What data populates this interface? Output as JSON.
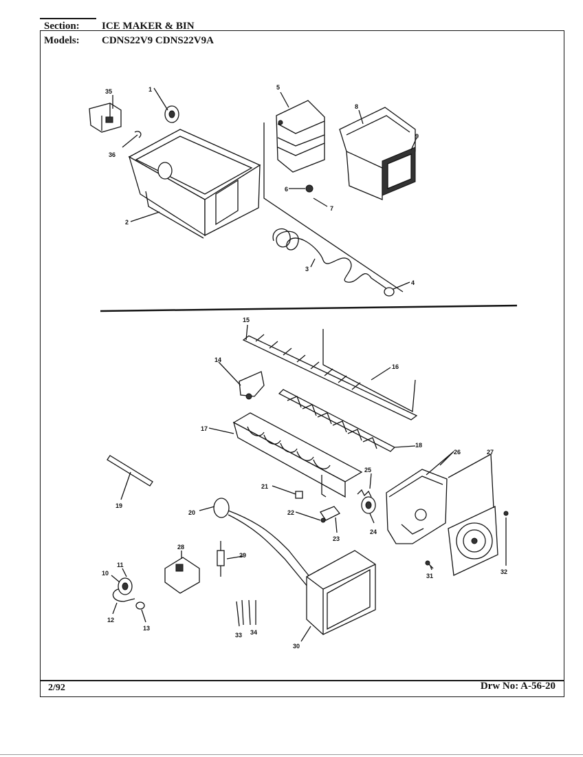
{
  "header": {
    "section_label": "Section:",
    "section_value": "ICE MAKER & BIN",
    "models_label": "Models:",
    "models_value": "CDNS22V9   CDNS22V9A"
  },
  "footer": {
    "date": "2/92",
    "drawing_number": "Drw No: A-56-20"
  },
  "callouts": {
    "c1": "1",
    "c2": "2",
    "c3": "3",
    "c4": "4",
    "c5": "5",
    "c6": "6",
    "c7": "7",
    "c8": "8",
    "c9": "9",
    "c10": "10",
    "c11": "11",
    "c12": "12",
    "c13": "13",
    "c14": "14",
    "c15": "15",
    "c16": "16",
    "c17": "17",
    "c18": "18",
    "c19": "19",
    "c20": "20",
    "c21": "21",
    "c22": "22",
    "c23": "23",
    "c24": "24",
    "c25": "25",
    "c26": "26",
    "c27": "27",
    "c28": "28",
    "c29": "29",
    "c30": "30",
    "c31": "31",
    "c32": "32",
    "c33": "33",
    "c34": "34",
    "c35": "35",
    "c36": "36"
  }
}
